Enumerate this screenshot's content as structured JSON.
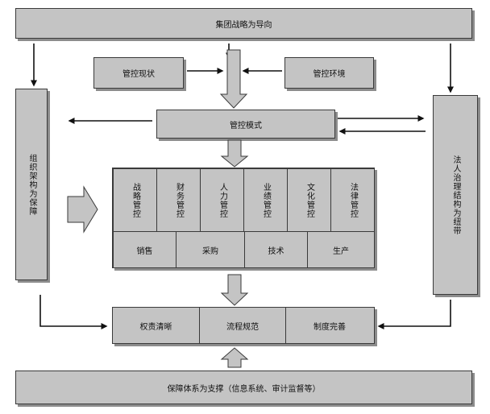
{
  "top": {
    "label": "集团战略为导向"
  },
  "status": {
    "label": "管控现状"
  },
  "environment": {
    "label": "管控环境"
  },
  "mode": {
    "label": "管控模式"
  },
  "left_side": {
    "label": "组织架构为保障"
  },
  "right_side": {
    "label": "法人治理结构为纽带"
  },
  "controls": {
    "items": [
      {
        "label": "战略管控"
      },
      {
        "label": "财务管控"
      },
      {
        "label": "人力管控"
      },
      {
        "label": "业绩管控"
      },
      {
        "label": "文化管控"
      },
      {
        "label": "法律管控"
      }
    ]
  },
  "functions": {
    "items": [
      {
        "label": "销售"
      },
      {
        "label": "采购"
      },
      {
        "label": "技术"
      },
      {
        "label": "生产"
      }
    ]
  },
  "outcomes": {
    "items": [
      {
        "label": "权责清晰"
      },
      {
        "label": "流程规范"
      },
      {
        "label": "制度完善"
      }
    ]
  },
  "bottom": {
    "label": "保障体系为支撑（信息系统、审计监督等）"
  }
}
